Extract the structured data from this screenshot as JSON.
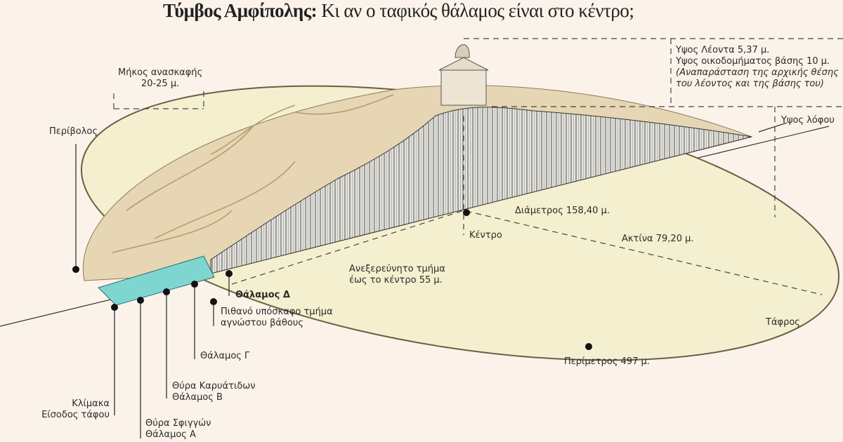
{
  "title": {
    "bold": "Τύμβος Αμφίπολης:",
    "rest": "Κι αν ο ταφικός θάλαμος είναι στο κέντρο;"
  },
  "labels": {
    "excavation_length": "Μήκος ανασκαφής",
    "excavation_value": "20-25 μ.",
    "peribolos": "Περίβολος",
    "lion_height": "Υψος Λέοντα 5,37 μ.",
    "base_height": "Υψος οικοδομήματος βάσης 10 μ.",
    "reconstruction_1": "(Αναπαράσταση της αρχικής θέσης",
    "reconstruction_2": "του λέοντος και της βάσης του)",
    "hill_height": "Υψος λόφου",
    "diameter": "Διάμετρος 158,40 μ.",
    "center": "Κέντρο",
    "radius": "Ακτίνα 79,20 μ.",
    "unexplored_1": "Ανεξερεύνητο τμήμα",
    "unexplored_2": "έως το κέντρο 55 μ.",
    "chamber_d": "Θάλαμος Δ",
    "underground_1": "Πιθανό υπόσκαφο τμήμα",
    "underground_2": "αγνώστου βάθους",
    "ditch": "Τάφρος",
    "perimeter": "Περίμετρος 497 μ.",
    "chamber_g": "Θάλαμος Γ",
    "caryatids_door": "Θύρα Καρυάτιδων",
    "chamber_b": "Θάλαμος Β",
    "staircase": "Κλίμακα",
    "entrance": "Είσοδος τάφου",
    "sphinx_door": "Θύρα Σφιγγών",
    "chamber_a": "Θάλαμος Α"
  },
  "colors": {
    "background": "#fbf3ea",
    "floor": "#f4f0cf",
    "hill": "#e6d6b4",
    "tomb": "#7fd6d0",
    "cut_face": "#d8d6d0"
  }
}
